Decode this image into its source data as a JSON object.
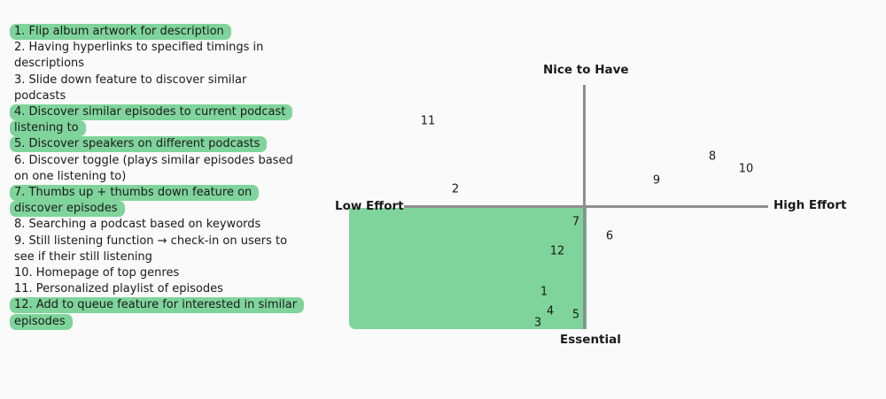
{
  "items": [
    {
      "text": "1. Flip album artwork for description",
      "highlighted": true
    },
    {
      "text": "2. Having hyperlinks to specified timings in descriptions",
      "highlighted": false
    },
    {
      "text": "3. Slide down feature to discover similar podcasts",
      "highlighted": false
    },
    {
      "text": "4. Discover similar episodes to current podcast listening to",
      "highlighted": true
    },
    {
      "text": "5. Discover speakers on different podcasts",
      "highlighted": true
    },
    {
      "text": "6. Discover toggle (plays similar episodes based on one listening to)",
      "highlighted": false
    },
    {
      "text": "7. Thumbs up + thumbs down feature on discover episodes",
      "highlighted": true
    },
    {
      "text": "8. Searching a podcast based on keywords",
      "highlighted": false
    },
    {
      "text": "9. Still listening function → check-in on users to see if their still listening",
      "highlighted": false
    },
    {
      "text": "10. Homepage of top genres",
      "highlighted": false
    },
    {
      "text": "11. Personalized playlist of episodes",
      "highlighted": false
    },
    {
      "text": "12. Add to queue feature for interested in similar episodes",
      "highlighted": true
    }
  ],
  "matrix": {
    "top_label": "Nice to Have",
    "bottom_label": "Essential",
    "left_label": "Low Effort",
    "right_label": "High Effort",
    "highlight_color": "#7fd49b",
    "points": [
      {
        "label": "11"
      },
      {
        "label": "2"
      },
      {
        "label": "8"
      },
      {
        "label": "10"
      },
      {
        "label": "9"
      },
      {
        "label": "7"
      },
      {
        "label": "6"
      },
      {
        "label": "12"
      },
      {
        "label": "1"
      },
      {
        "label": "4"
      },
      {
        "label": "5"
      },
      {
        "label": "3"
      }
    ]
  }
}
